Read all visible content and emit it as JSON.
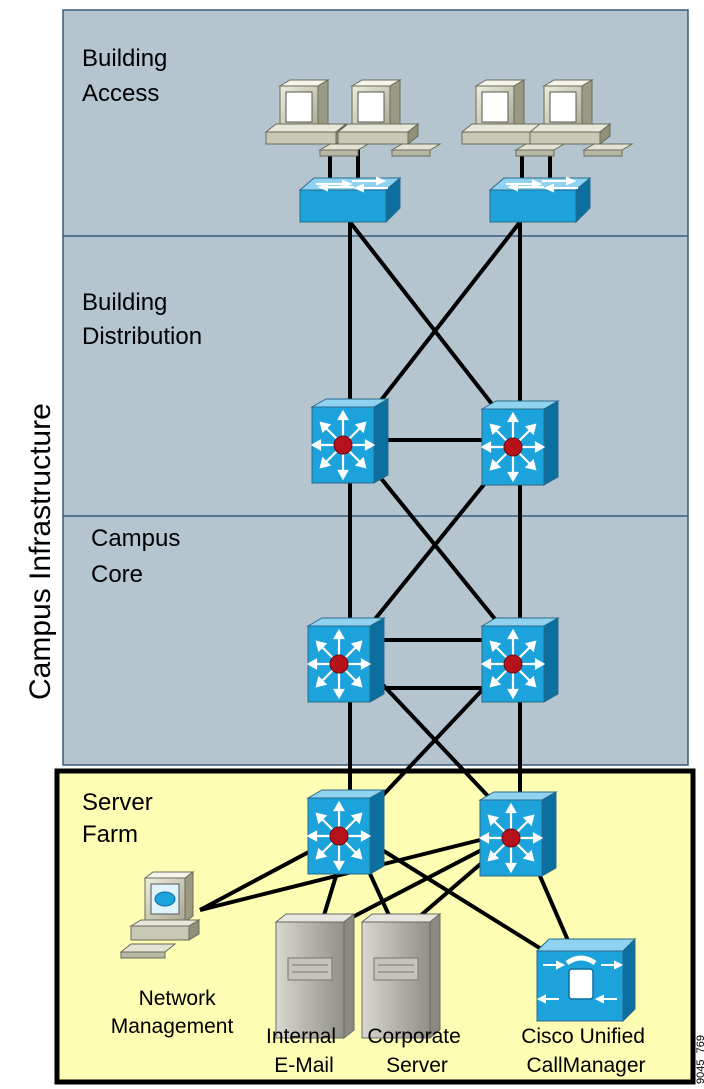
{
  "side_label": "Campus Infrastructure",
  "zones": {
    "building_access": [
      "Building",
      "Access"
    ],
    "building_distribution": [
      "Building",
      "Distribution"
    ],
    "campus_core": [
      "Campus",
      "Core"
    ],
    "server_farm": [
      "Server",
      "Farm"
    ]
  },
  "servers": {
    "network_management": [
      "Network",
      "Management"
    ],
    "internal_email": [
      "Internal",
      "E-Mail"
    ],
    "corporate_server": [
      "Corporate",
      "Server"
    ],
    "callmanager": [
      "Cisco Unified",
      "CallManager"
    ]
  },
  "figure_id": "9045_769",
  "colors": {
    "infrastructure_bg": "#b4c5d0",
    "server_farm_bg": "#fdfdb4",
    "device_blue": "#1ca3dc",
    "router_center": "#b5121b"
  }
}
